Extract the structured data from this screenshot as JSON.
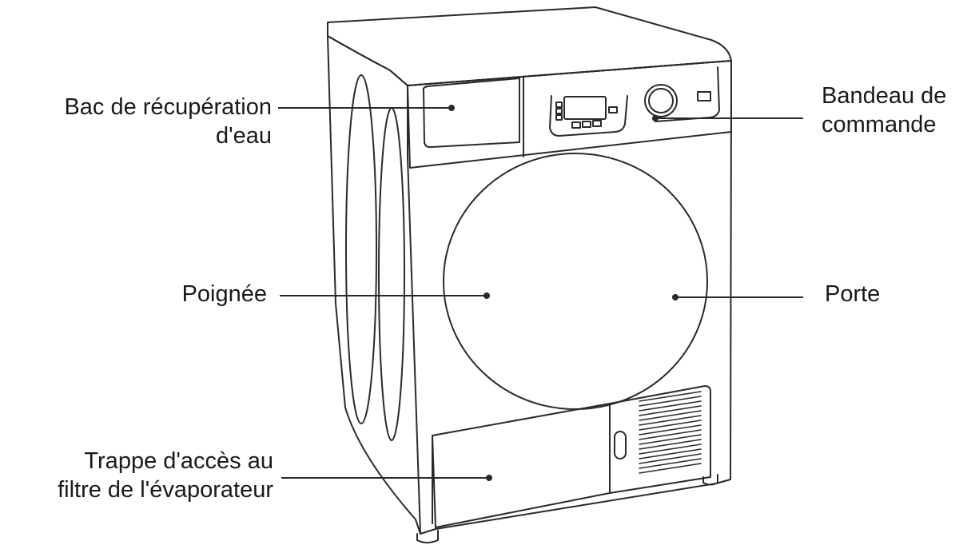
{
  "diagram": {
    "subject": "dryer",
    "callouts": {
      "bac": {
        "line1": "Bac de récupération",
        "line2": "d'eau"
      },
      "bandeau": {
        "line1": "Bandeau de",
        "line2": "commande"
      },
      "poignee": {
        "line1": "Poignée"
      },
      "porte": {
        "line1": "Porte"
      },
      "trappe": {
        "line1": "Trappe d'accès au",
        "line2": "filtre de l'évaporateur"
      }
    }
  },
  "colors": {
    "stroke": "#2a2a2a",
    "text": "#1a1a1a",
    "background": "#ffffff"
  }
}
